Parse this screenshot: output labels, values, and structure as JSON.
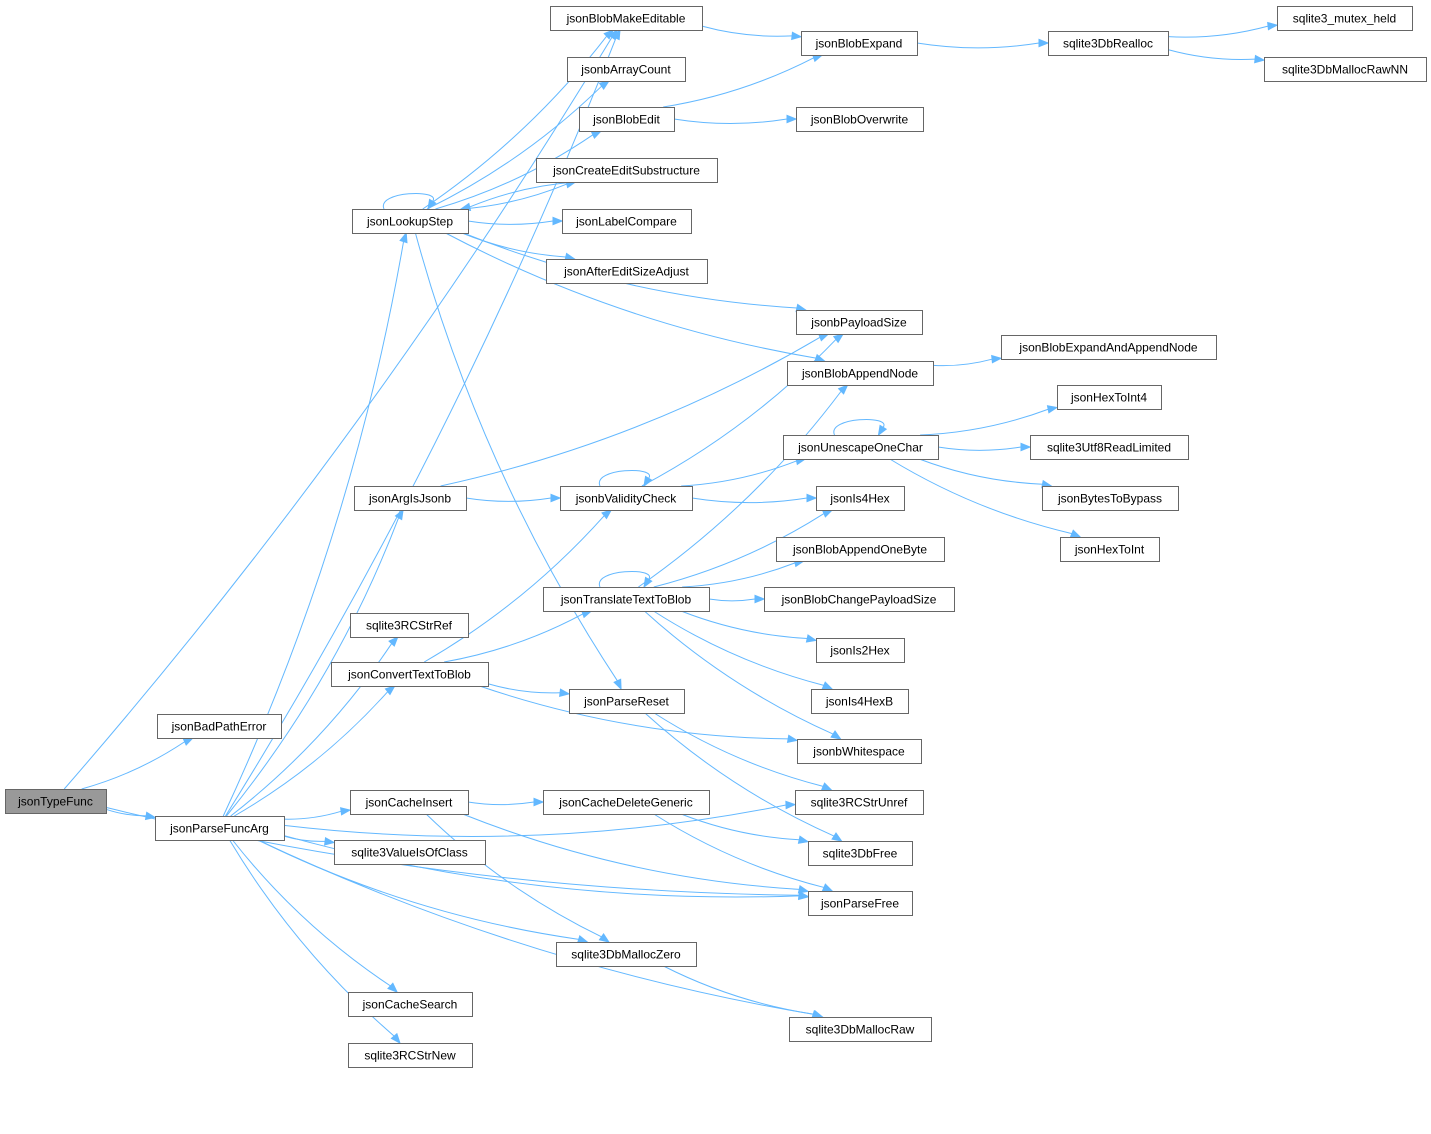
{
  "colors": {
    "edge": "#63b8ff",
    "node_border": "#666666",
    "node_fill": "#ffffff",
    "root_fill": "#999999",
    "background": "#ffffff"
  },
  "nodes": [
    {
      "id": "jsonTypeFunc",
      "label": "jsonTypeFunc",
      "root": true
    },
    {
      "id": "jsonBadPathError",
      "label": "jsonBadPathError"
    },
    {
      "id": "jsonParseFuncArg",
      "label": "jsonParseFuncArg"
    },
    {
      "id": "jsonBlobMakeEditable",
      "label": "jsonBlobMakeEditable"
    },
    {
      "id": "jsonbArrayCount",
      "label": "jsonbArrayCount"
    },
    {
      "id": "jsonBlobEdit",
      "label": "jsonBlobEdit"
    },
    {
      "id": "jsonCreateEditSubstructure",
      "label": "jsonCreateEditSubstructure"
    },
    {
      "id": "jsonLookupStep",
      "label": "jsonLookupStep"
    },
    {
      "id": "jsonLabelCompare",
      "label": "jsonLabelCompare"
    },
    {
      "id": "jsonAfterEditSizeAdjust",
      "label": "jsonAfterEditSizeAdjust"
    },
    {
      "id": "jsonBlobExpand",
      "label": "jsonBlobExpand"
    },
    {
      "id": "jsonBlobOverwrite",
      "label": "jsonBlobOverwrite"
    },
    {
      "id": "jsonbPayloadSize",
      "label": "jsonbPayloadSize"
    },
    {
      "id": "jsonBlobAppendNode",
      "label": "jsonBlobAppendNode"
    },
    {
      "id": "sqlite3DbRealloc",
      "label": "sqlite3DbRealloc"
    },
    {
      "id": "sqlite3_mutex_held",
      "label": "sqlite3_mutex_held"
    },
    {
      "id": "sqlite3DbMallocRawNN",
      "label": "sqlite3DbMallocRawNN"
    },
    {
      "id": "jsonBlobExpandAndAppendNode",
      "label": "jsonBlobExpandAndAppendNode"
    },
    {
      "id": "jsonHexToInt4",
      "label": "jsonHexToInt4"
    },
    {
      "id": "jsonUnescapeOneChar",
      "label": "jsonUnescapeOneChar"
    },
    {
      "id": "sqlite3Utf8ReadLimited",
      "label": "sqlite3Utf8ReadLimited"
    },
    {
      "id": "jsonArgIsJsonb",
      "label": "jsonArgIsJsonb"
    },
    {
      "id": "jsonbValidityCheck",
      "label": "jsonbValidityCheck"
    },
    {
      "id": "jsonIs4Hex",
      "label": "jsonIs4Hex"
    },
    {
      "id": "jsonBytesToBypass",
      "label": "jsonBytesToBypass"
    },
    {
      "id": "jsonBlobAppendOneByte",
      "label": "jsonBlobAppendOneByte"
    },
    {
      "id": "jsonHexToInt",
      "label": "jsonHexToInt"
    },
    {
      "id": "jsonTranslateTextToBlob",
      "label": "jsonTranslateTextToBlob"
    },
    {
      "id": "jsonBlobChangePayloadSize",
      "label": "jsonBlobChangePayloadSize"
    },
    {
      "id": "sqlite3RCStrRef",
      "label": "sqlite3RCStrRef"
    },
    {
      "id": "jsonIs2Hex",
      "label": "jsonIs2Hex"
    },
    {
      "id": "jsonConvertTextToBlob",
      "label": "jsonConvertTextToBlob"
    },
    {
      "id": "jsonParseReset",
      "label": "jsonParseReset"
    },
    {
      "id": "jsonIs4HexB",
      "label": "jsonIs4HexB"
    },
    {
      "id": "jsonbWhitespace",
      "label": "jsonbWhitespace"
    },
    {
      "id": "sqlite3RCStrUnref",
      "label": "sqlite3RCStrUnref"
    },
    {
      "id": "jsonCacheInsert",
      "label": "jsonCacheInsert"
    },
    {
      "id": "jsonCacheDeleteGeneric",
      "label": "jsonCacheDeleteGeneric"
    },
    {
      "id": "sqlite3ValueIsOfClass",
      "label": "sqlite3ValueIsOfClass"
    },
    {
      "id": "sqlite3DbFree",
      "label": "sqlite3DbFree"
    },
    {
      "id": "jsonParseFree",
      "label": "jsonParseFree"
    },
    {
      "id": "sqlite3DbMallocZero",
      "label": "sqlite3DbMallocZero"
    },
    {
      "id": "jsonCacheSearch",
      "label": "jsonCacheSearch"
    },
    {
      "id": "sqlite3DbMallocRaw",
      "label": "sqlite3DbMallocRaw"
    },
    {
      "id": "sqlite3RCStrNew",
      "label": "sqlite3RCStrNew"
    }
  ],
  "edges": [
    [
      "jsonTypeFunc",
      "jsonBadPathError"
    ],
    [
      "jsonTypeFunc",
      "jsonBlobMakeEditable"
    ],
    [
      "jsonTypeFunc",
      "jsonParseFuncArg"
    ],
    [
      "jsonTypeFunc",
      "jsonParseFree"
    ],
    [
      "jsonParseFuncArg",
      "jsonBlobMakeEditable"
    ],
    [
      "jsonParseFuncArg",
      "jsonLookupStep"
    ],
    [
      "jsonParseFuncArg",
      "jsonArgIsJsonb"
    ],
    [
      "jsonParseFuncArg",
      "sqlite3RCStrRef"
    ],
    [
      "jsonParseFuncArg",
      "jsonConvertTextToBlob"
    ],
    [
      "jsonParseFuncArg",
      "sqlite3RCStrUnref"
    ],
    [
      "jsonParseFuncArg",
      "jsonCacheInsert"
    ],
    [
      "jsonParseFuncArg",
      "sqlite3ValueIsOfClass"
    ],
    [
      "jsonParseFuncArg",
      "jsonParseFree"
    ],
    [
      "jsonParseFuncArg",
      "sqlite3DbMallocZero"
    ],
    [
      "jsonParseFuncArg",
      "jsonCacheSearch"
    ],
    [
      "jsonParseFuncArg",
      "sqlite3RCStrNew"
    ],
    [
      "jsonParseFuncArg",
      "sqlite3DbMallocRaw"
    ],
    [
      "jsonLookupStep",
      "jsonLookupStep"
    ],
    [
      "jsonLookupStep",
      "jsonBlobMakeEditable"
    ],
    [
      "jsonLookupStep",
      "jsonbArrayCount"
    ],
    [
      "jsonLookupStep",
      "jsonBlobEdit"
    ],
    [
      "jsonLookupStep",
      "jsonCreateEditSubstructure"
    ],
    [
      "jsonLookupStep",
      "jsonLabelCompare"
    ],
    [
      "jsonLookupStep",
      "jsonAfterEditSizeAdjust"
    ],
    [
      "jsonLookupStep",
      "jsonbPayloadSize"
    ],
    [
      "jsonLookupStep",
      "jsonBlobAppendNode"
    ],
    [
      "jsonLookupStep",
      "jsonParseReset"
    ],
    [
      "jsonCreateEditSubstructure",
      "jsonLookupStep"
    ],
    [
      "jsonBlobMakeEditable",
      "jsonBlobExpand"
    ],
    [
      "jsonBlobEdit",
      "jsonBlobExpand"
    ],
    [
      "jsonBlobEdit",
      "jsonBlobOverwrite"
    ],
    [
      "jsonBlobExpand",
      "sqlite3DbRealloc"
    ],
    [
      "sqlite3DbRealloc",
      "sqlite3_mutex_held"
    ],
    [
      "sqlite3DbRealloc",
      "sqlite3DbMallocRawNN"
    ],
    [
      "jsonBlobAppendNode",
      "jsonBlobExpandAndAppendNode"
    ],
    [
      "jsonArgIsJsonb",
      "jsonbPayloadSize"
    ],
    [
      "jsonArgIsJsonb",
      "jsonbValidityCheck"
    ],
    [
      "jsonbValidityCheck",
      "jsonbValidityCheck"
    ],
    [
      "jsonbValidityCheck",
      "jsonbPayloadSize"
    ],
    [
      "jsonbValidityCheck",
      "jsonUnescapeOneChar"
    ],
    [
      "jsonbValidityCheck",
      "jsonIs4Hex"
    ],
    [
      "jsonUnescapeOneChar",
      "jsonUnescapeOneChar"
    ],
    [
      "jsonUnescapeOneChar",
      "jsonHexToInt4"
    ],
    [
      "jsonUnescapeOneChar",
      "sqlite3Utf8ReadLimited"
    ],
    [
      "jsonUnescapeOneChar",
      "jsonBytesToBypass"
    ],
    [
      "jsonUnescapeOneChar",
      "jsonHexToInt"
    ],
    [
      "jsonTranslateTextToBlob",
      "jsonTranslateTextToBlob"
    ],
    [
      "jsonTranslateTextToBlob",
      "jsonBlobAppendNode"
    ],
    [
      "jsonTranslateTextToBlob",
      "jsonIs4Hex"
    ],
    [
      "jsonTranslateTextToBlob",
      "jsonBlobAppendOneByte"
    ],
    [
      "jsonTranslateTextToBlob",
      "jsonBlobChangePayloadSize"
    ],
    [
      "jsonTranslateTextToBlob",
      "jsonIs2Hex"
    ],
    [
      "jsonTranslateTextToBlob",
      "jsonIs4HexB"
    ],
    [
      "jsonTranslateTextToBlob",
      "jsonbWhitespace"
    ],
    [
      "jsonConvertTextToBlob",
      "jsonbValidityCheck"
    ],
    [
      "jsonConvertTextToBlob",
      "jsonTranslateTextToBlob"
    ],
    [
      "jsonConvertTextToBlob",
      "jsonbWhitespace"
    ],
    [
      "jsonConvertTextToBlob",
      "jsonParseReset"
    ],
    [
      "jsonParseReset",
      "sqlite3RCStrUnref"
    ],
    [
      "jsonParseReset",
      "sqlite3DbFree"
    ],
    [
      "jsonCacheInsert",
      "jsonCacheDeleteGeneric"
    ],
    [
      "jsonCacheInsert",
      "jsonParseFree"
    ],
    [
      "jsonCacheInsert",
      "sqlite3DbMallocZero"
    ],
    [
      "jsonCacheDeleteGeneric",
      "sqlite3DbFree"
    ],
    [
      "jsonCacheDeleteGeneric",
      "jsonParseFree"
    ],
    [
      "sqlite3DbMallocZero",
      "sqlite3DbMallocRaw"
    ]
  ]
}
